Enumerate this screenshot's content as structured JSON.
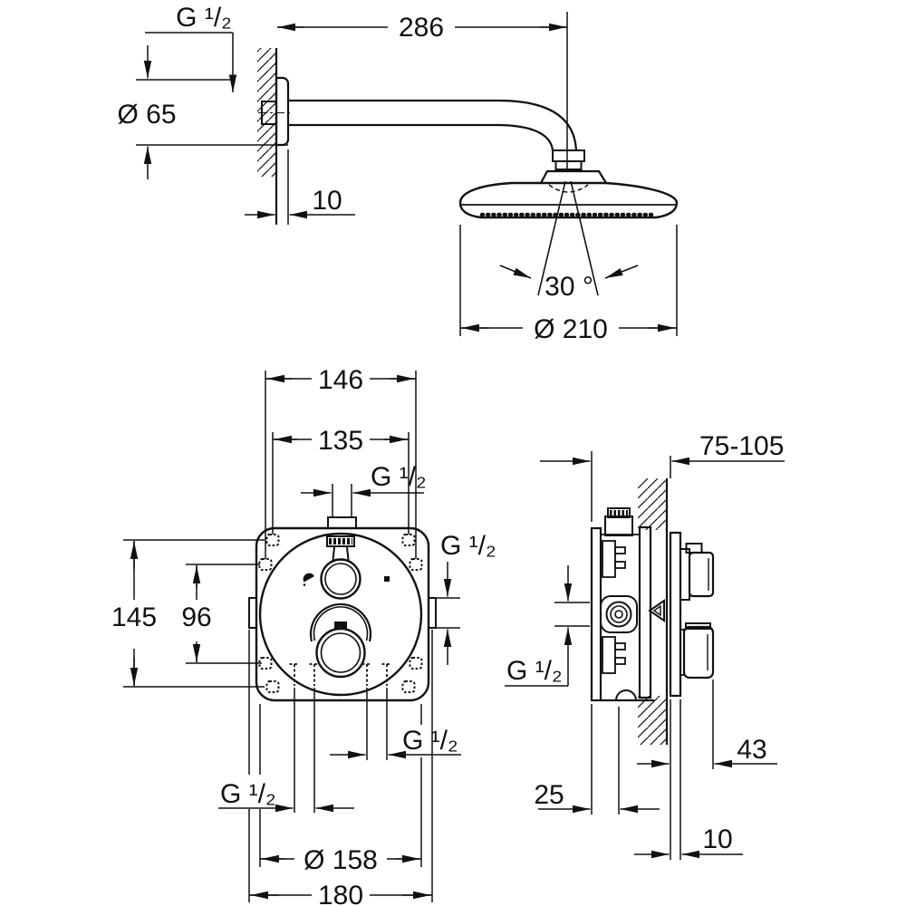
{
  "drawing": {
    "background": "#ffffff",
    "line_color": "#111111",
    "type": "installation dimension drawing"
  },
  "dims": {
    "top": {
      "thread": "G ¹/₂",
      "arm_length": "286",
      "flange_diameter": "Ø 65",
      "flange_depth": "10",
      "swivel_angle": "30 °",
      "head_diameter": "Ø 210"
    },
    "front": {
      "hole_spacing_outer": "146",
      "hole_spacing_inner": "135",
      "top_port_thread": "G ¹/₂",
      "side_port_thread": "G ¹/₂",
      "hole_spacing_vertical_outer": "145",
      "hole_spacing_vertical_inner": "96",
      "bottom_left_port_thread": "G ¹/₂",
      "bottom_right_port_thread": "G ¹/₂",
      "trim_diameter": "Ø 158",
      "plate_width": "180"
    },
    "side": {
      "install_depth_range": "75-105",
      "inlet_thread": "G ¹/₂",
      "knob_projection": "43",
      "box_projection": "25",
      "trim_thickness": "10"
    }
  }
}
